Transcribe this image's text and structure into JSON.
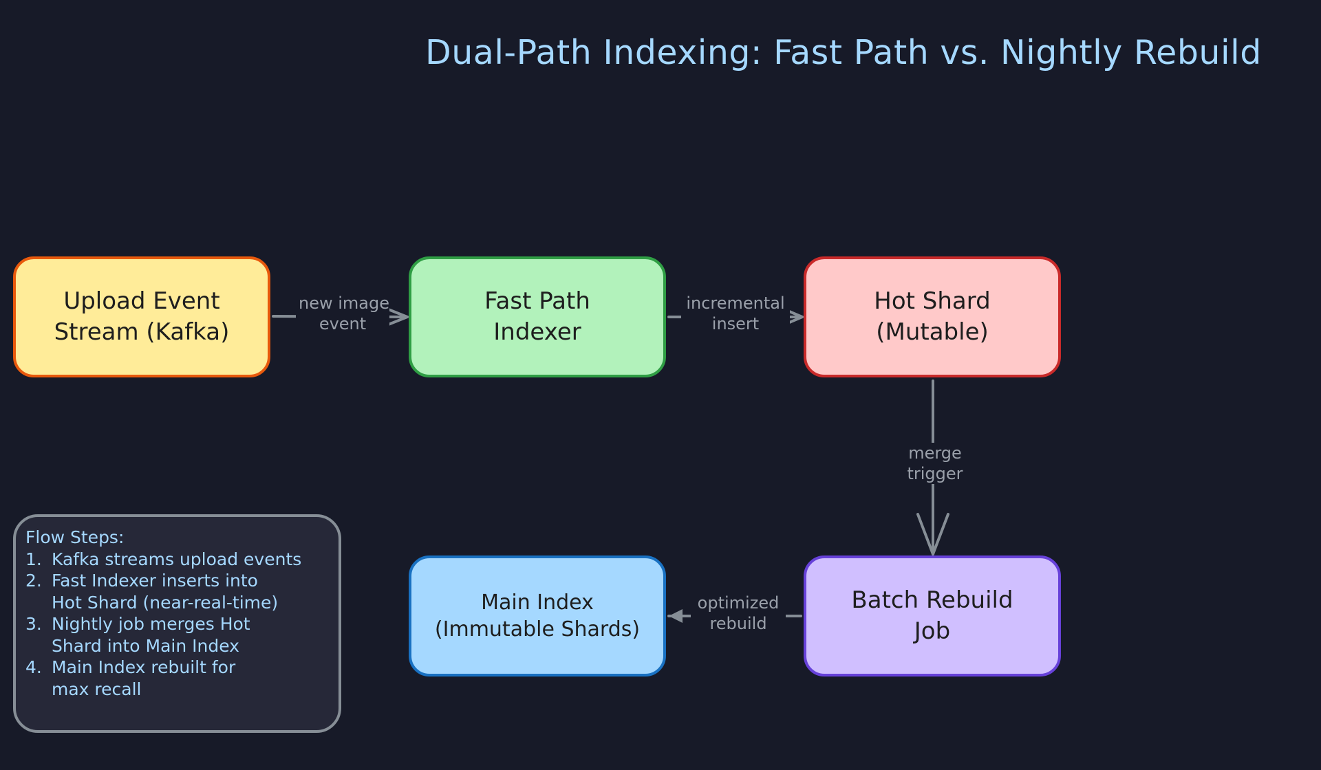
{
  "title": "Dual-Path Indexing: Fast Path vs. Nightly Rebuild",
  "nodes": {
    "upload": {
      "line1": "Upload Event",
      "line2": "Stream (Kafka)"
    },
    "fast": {
      "line1": "Fast Path",
      "line2": "Indexer"
    },
    "hot": {
      "line1": "Hot Shard",
      "line2": "(Mutable)"
    },
    "batch": {
      "line1": "Batch Rebuild",
      "line2": "Job"
    },
    "main": {
      "line1": "Main Index",
      "line2": "(Immutable Shards)"
    }
  },
  "edges": {
    "new_image": {
      "line1": "new image",
      "line2": "event"
    },
    "incremental": {
      "line1": "incremental",
      "line2": "insert"
    },
    "merge": {
      "line1": "merge",
      "line2": "trigger"
    },
    "optimized": {
      "line1": "optimized",
      "line2": "rebuild"
    }
  },
  "legend": {
    "heading": "Flow Steps:",
    "items": [
      {
        "num": "1.",
        "line1": "Kafka streams upload events",
        "line2": ""
      },
      {
        "num": "2.",
        "line1": "Fast Indexer inserts into",
        "line2": "Hot Shard (near-real-time)"
      },
      {
        "num": "3.",
        "line1": "Nightly job merges Hot",
        "line2": "Shard into Main Index"
      },
      {
        "num": "4.",
        "line1": "Main Index rebuilt for",
        "line2": "max recall"
      }
    ]
  },
  "colors": {
    "background": "#171a28",
    "title": "#a5d8ff",
    "edge": "#868e96",
    "upload_fill": "#ffec99",
    "fast_fill": "#b2f2bb",
    "hot_fill": "#ffc9c9",
    "batch_fill": "#d0bfff",
    "main_fill": "#a5d8ff"
  }
}
